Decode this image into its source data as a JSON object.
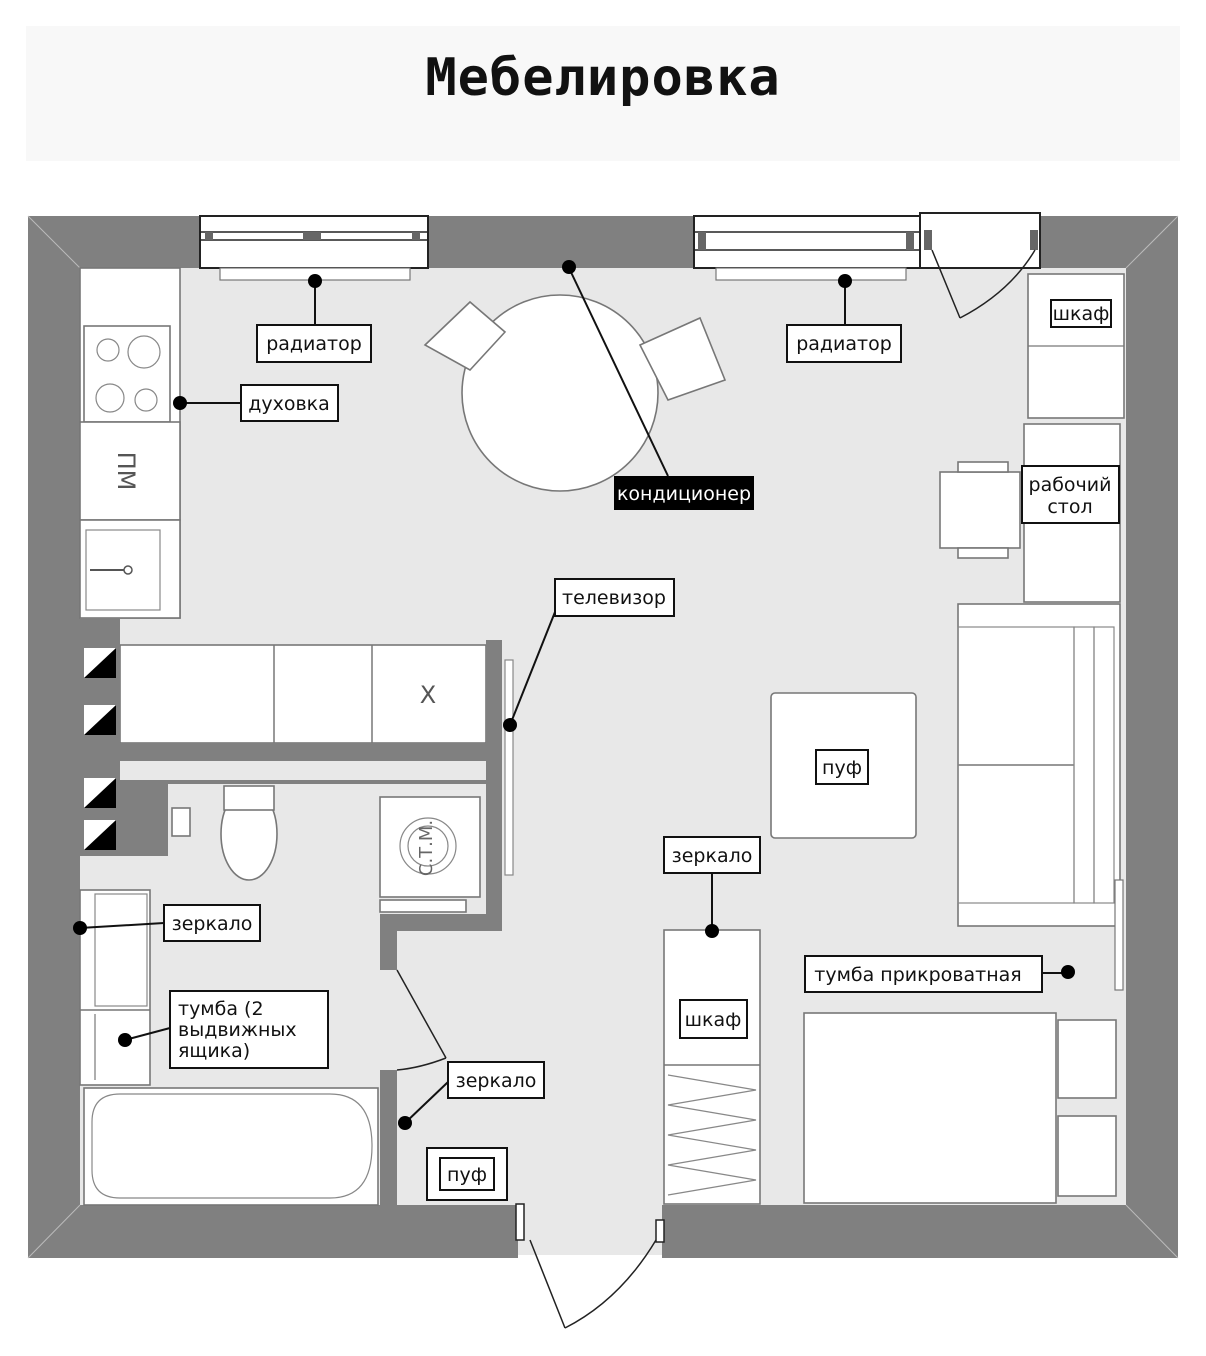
{
  "title": "Мебелировка",
  "labels": {
    "radiator_left": "радиатор",
    "radiator_right": "радиатор",
    "oven": "духовка",
    "dishwasher": "ПМ",
    "air_conditioner": "кондиционер",
    "wardrobe_top": "шкаф",
    "work_desk_line1": "рабочий",
    "work_desk_line2": "стол",
    "tv": "телевизор",
    "fridge": "Х",
    "ottoman_center": "пуф",
    "washer": "С.Т.М.",
    "mirror_hall": "зеркало",
    "mirror_bath": "зеркало",
    "mirror_door": "зеркало",
    "nightstand": "тумба прикроватная",
    "vanity_line1": "тумба (2",
    "vanity_line2": "выдвижных",
    "vanity_line3": "ящика)",
    "wardrobe_hall": "шкаф",
    "ottoman_hall": "пуф"
  },
  "colors": {
    "wall": "#808080",
    "floor": "#e8e8e8",
    "ink": "#111111",
    "tag_bg": "#000000",
    "tag_fg": "#ffffff"
  }
}
